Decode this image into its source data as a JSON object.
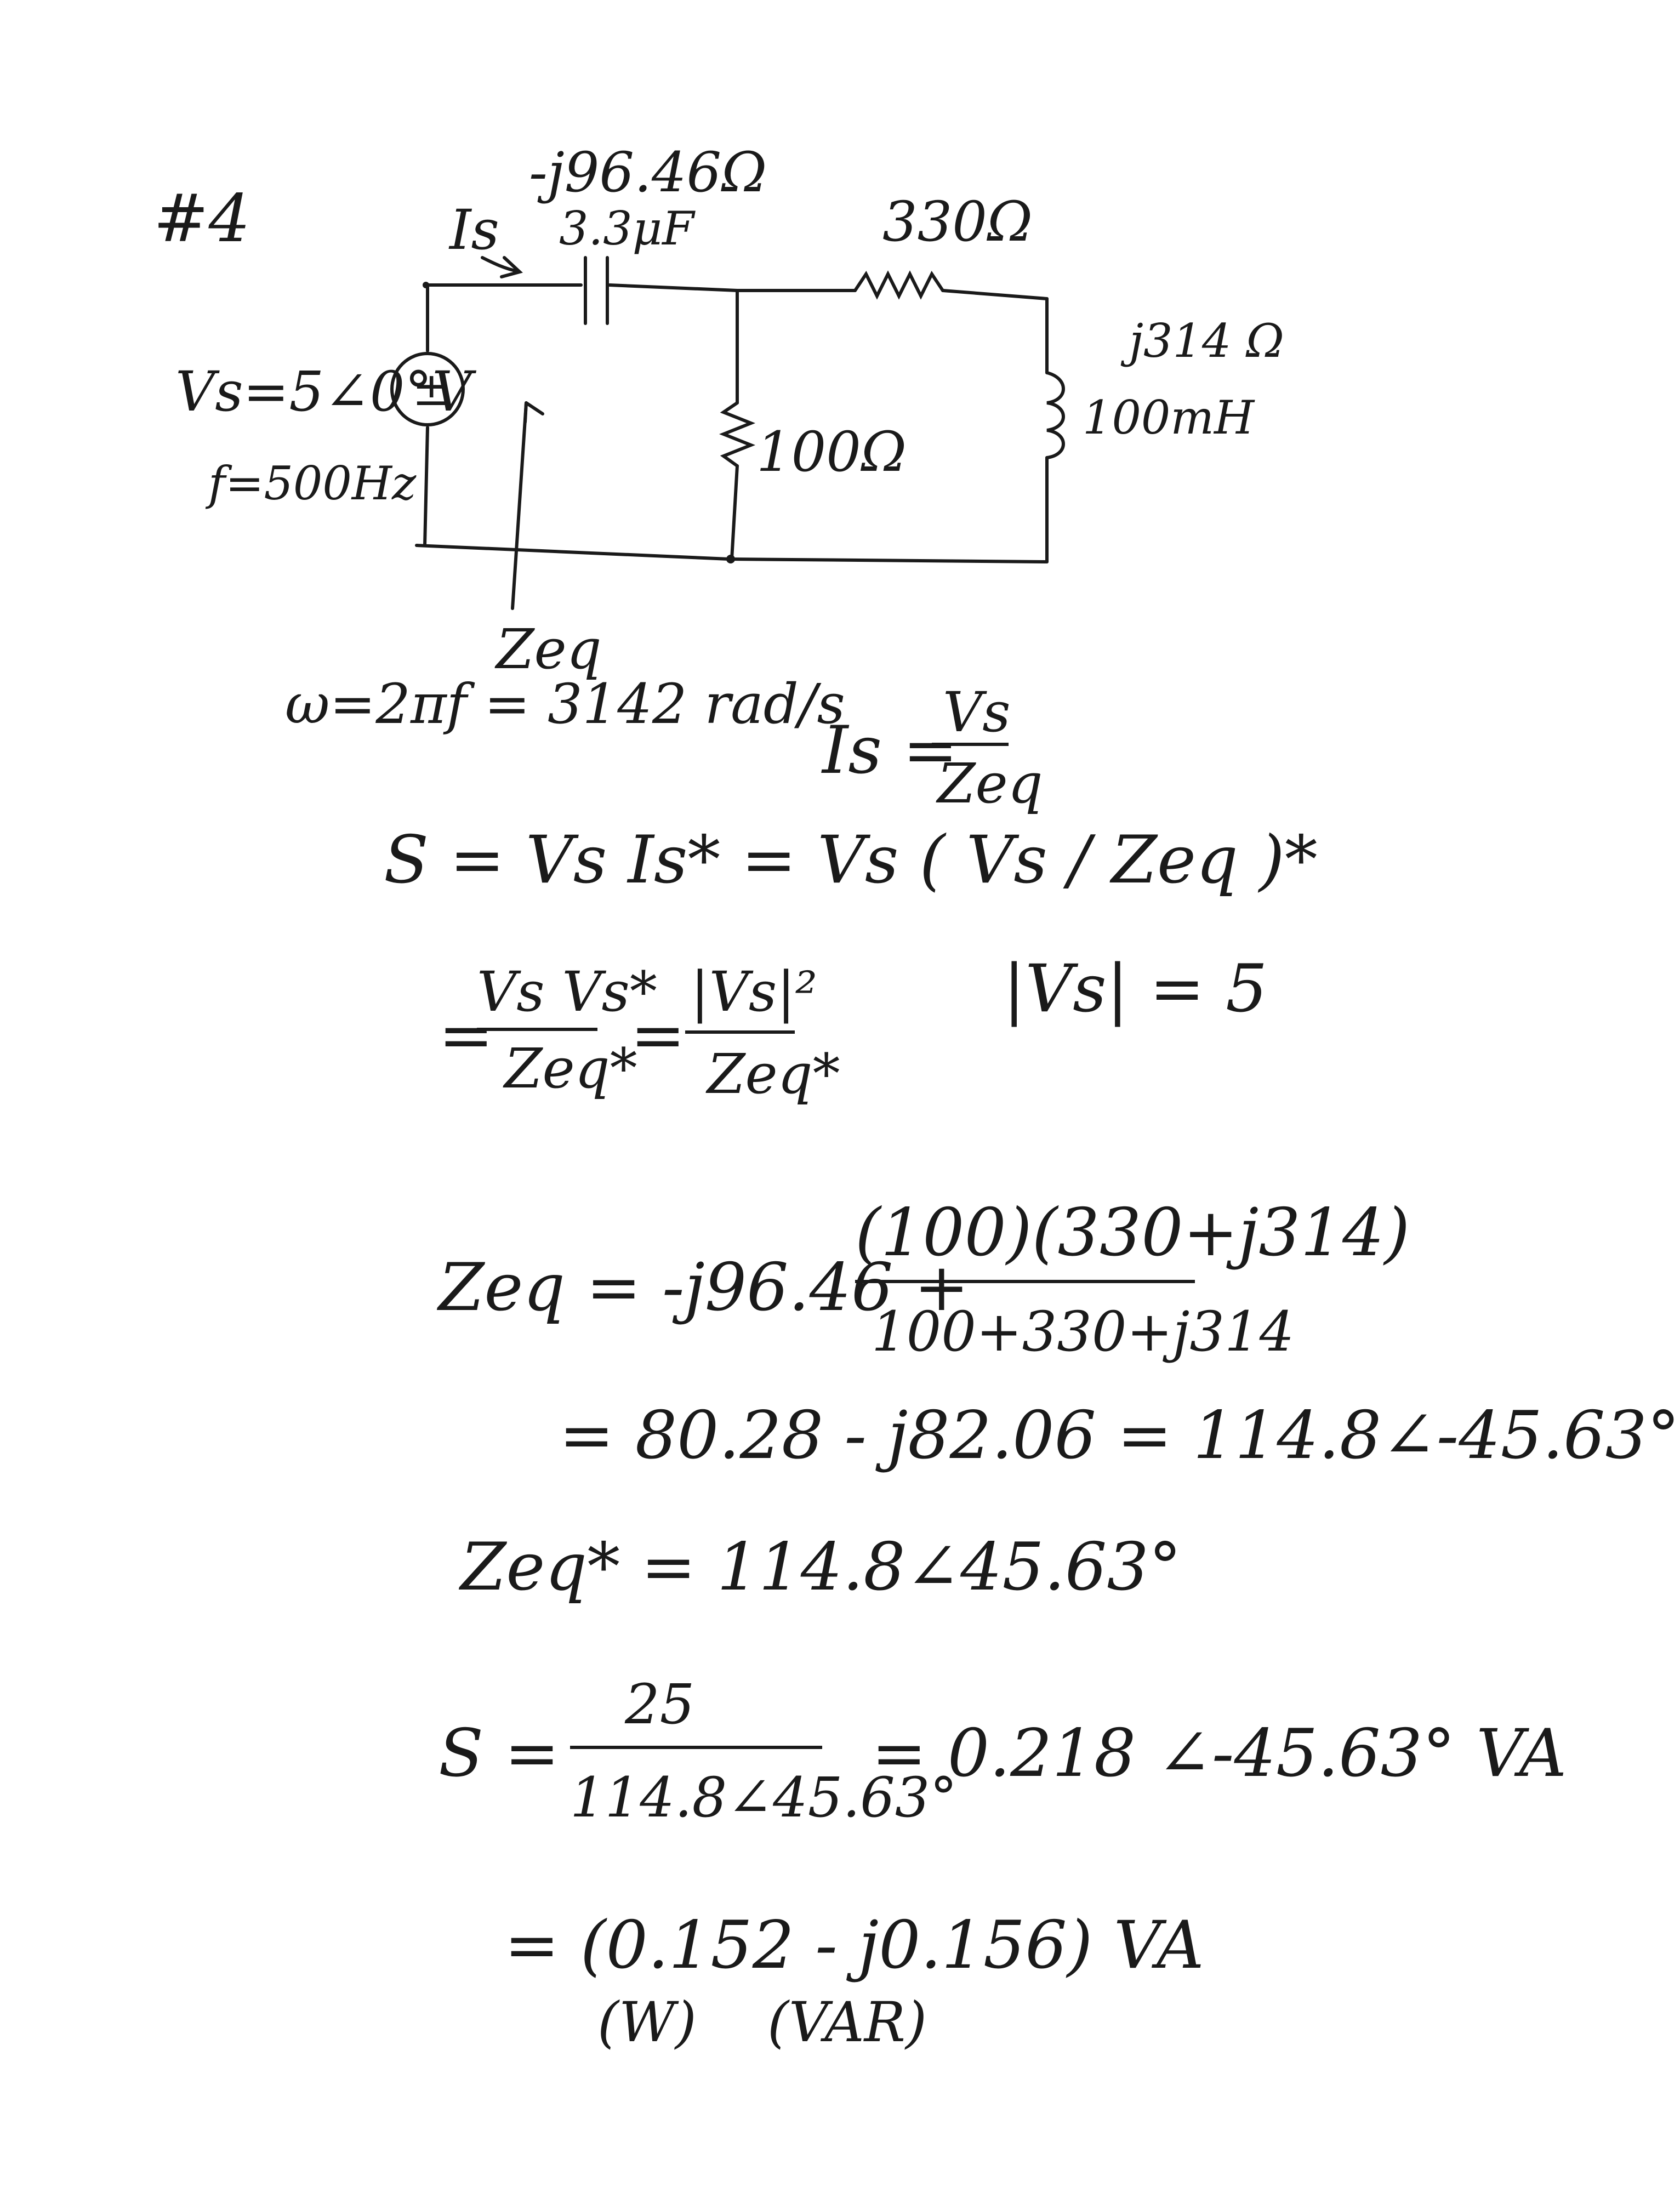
{
  "problem_number": "#4",
  "circuit": {
    "source_current": "Is",
    "capacitor_impedance": "-j96.46Ω",
    "capacitor_value": "3.3μF",
    "resistor_series": "330Ω",
    "inductor_impedance": "j314 Ω",
    "inductor_value": "100mH",
    "resistor_shunt": "100Ω",
    "source_voltage": "Vs=5∠0°V",
    "frequency": "f=500Hz",
    "source_symbol": "±",
    "zeq_label": "Zeq"
  },
  "equations": {
    "omega": "ω=2πf = 3142 rad/s",
    "is_lhs": "Is =",
    "is_num": "Vs",
    "is_den": "Zeq",
    "s_line1": "S = Vs Is* = Vs ( Vs / Zeq )*",
    "s_line2_a_num": "Vs Vs*",
    "s_line2_a_den": "Zeq*",
    "s_line2_eq_prefix": "=",
    "s_line2_eq_mid": "=",
    "s_line2_b_num": "|Vs|²",
    "s_line2_b_den": "Zeq*",
    "vs_mag": "|Vs| = 5",
    "zeq_lhs": "Zeq = -j96.46 +",
    "zeq_num": "(100)(330+j314)",
    "zeq_den": "100+330+j314",
    "zeq_result": "= 80.28 - j82.06 = 114.8∠-45.63°",
    "zeq_conj": "Zeq* = 114.8∠45.63°",
    "s_final_lhs": "S =",
    "s_final_num": "25",
    "s_final_den": "114.8∠45.63°",
    "s_final_result": "= 0.218 ∠-45.63° VA",
    "s_rect": "= (0.152 - j0.156) VA",
    "unit_w": "(W)",
    "unit_var": "(VAR)"
  }
}
